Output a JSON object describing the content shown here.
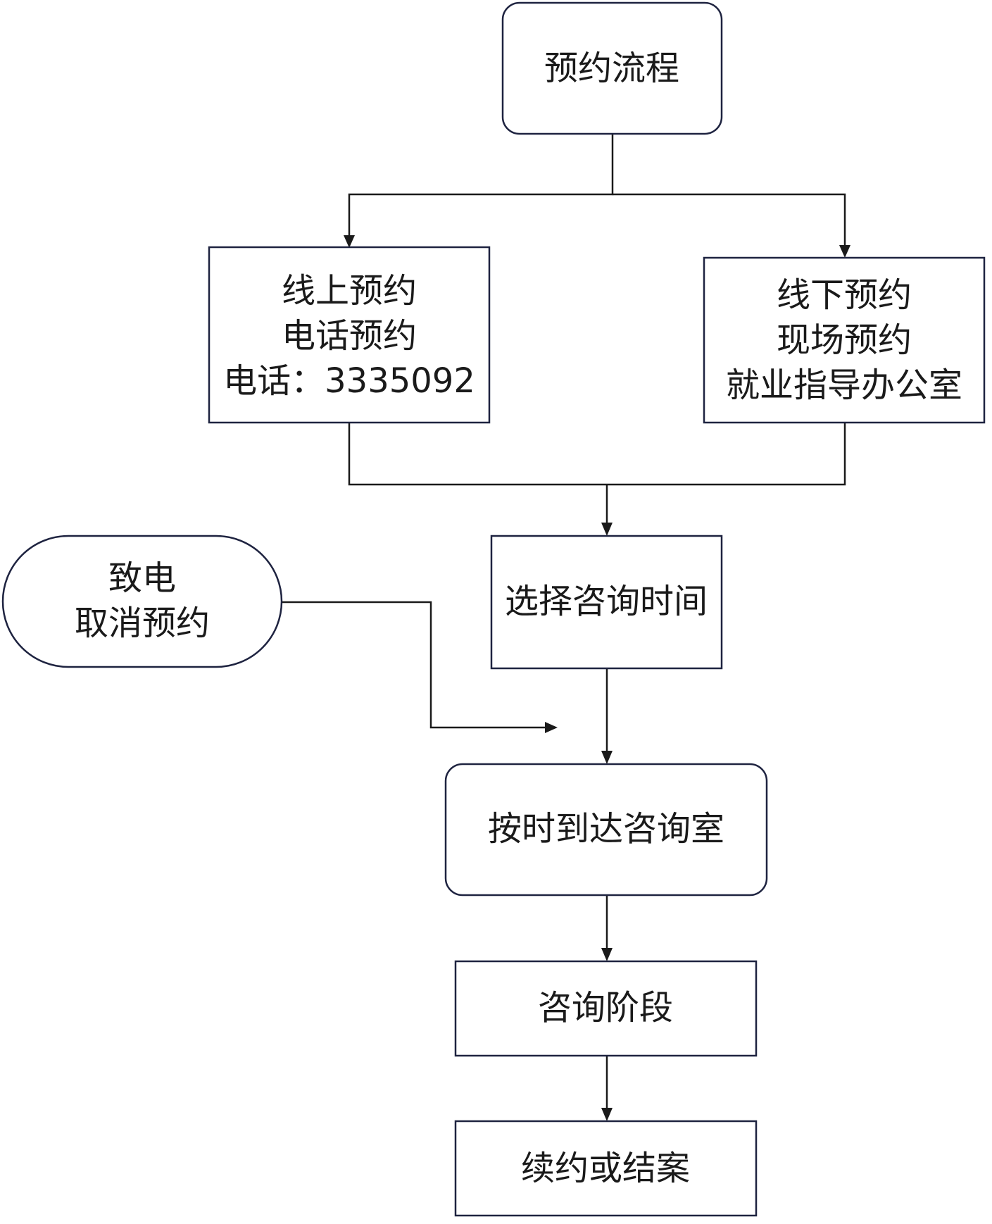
{
  "diagram": {
    "nodes": {
      "start": {
        "lines": [
          "预约流程"
        ]
      },
      "online": {
        "lines": [
          "线上预约",
          "电话预约",
          "电话：3335092"
        ]
      },
      "offline": {
        "lines": [
          "线下预约",
          "现场预约",
          "就业指导办公室"
        ]
      },
      "cancel": {
        "lines": [
          "致电",
          "取消预约"
        ]
      },
      "choose_time": {
        "lines": [
          "选择咨询时间"
        ]
      },
      "arrive": {
        "lines": [
          "按时到达咨询室"
        ]
      },
      "consult": {
        "lines": [
          "咨询阶段"
        ]
      },
      "end": {
        "lines": [
          "续约或结案"
        ]
      }
    }
  }
}
